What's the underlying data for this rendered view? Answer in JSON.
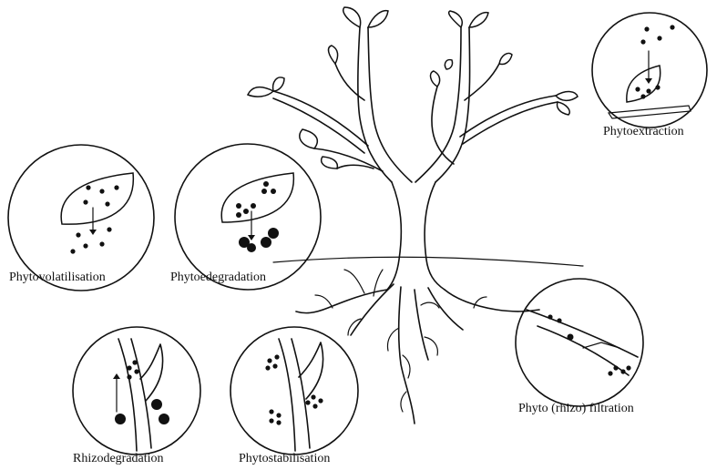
{
  "diagram": {
    "processes": [
      {
        "id": "phytoextraction",
        "label": "Phytoextraction"
      },
      {
        "id": "phytovolatilisation",
        "label": "Phytovolatilisation"
      },
      {
        "id": "phytodegradation",
        "label": "Phytoedegradation"
      },
      {
        "id": "rhizofiltration",
        "label": "Phyto (rhizo) filtration"
      },
      {
        "id": "rhizodegradation",
        "label": "Rhizodegradation"
      },
      {
        "id": "phytostabilisation",
        "label": "Phytostabilisation"
      }
    ],
    "colors": {
      "ink": "#111111",
      "background": "#ffffff"
    }
  }
}
